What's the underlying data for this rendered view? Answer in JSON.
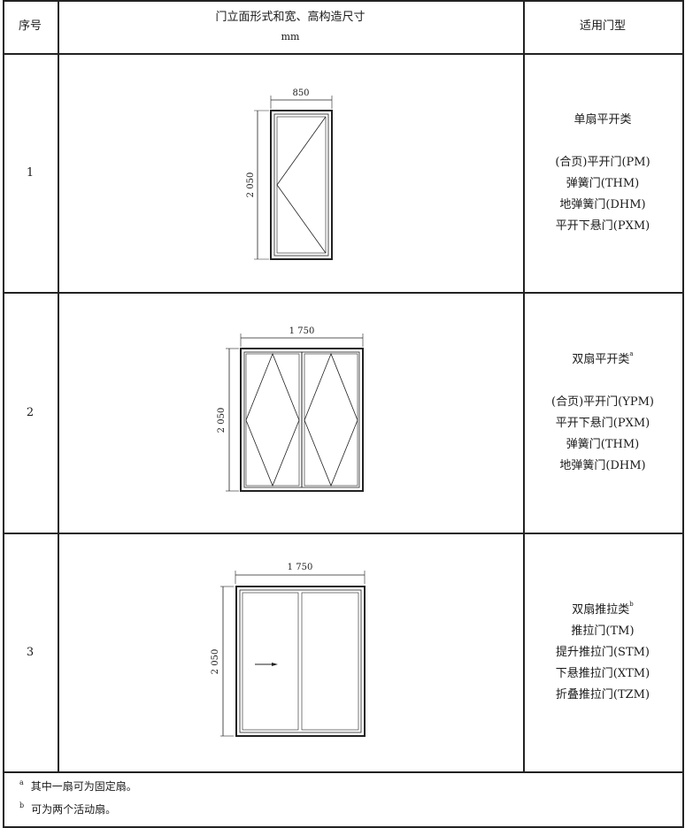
{
  "header": {
    "col_no": "序号",
    "col_drawing": "门立面形式和宽、高构造尺寸",
    "col_drawing_unit": "mm",
    "col_types": "适用门型"
  },
  "rows": [
    {
      "no": "1",
      "width": "850",
      "height": "2 050",
      "category": "单扇平开类",
      "note_mark": "",
      "types": [
        "(合页)平开门(PM)",
        "弹簧门(THM)",
        "地弹簧门(DHM)",
        "平开下悬门(PXM)"
      ]
    },
    {
      "no": "2",
      "width": "1 750",
      "height": "2 050",
      "category": "双扇平开类",
      "note_mark": "a",
      "types": [
        "(合页)平开门(YPM)",
        "平开下悬门(PXM)",
        "弹簧门(THM)",
        "地弹簧门(DHM)"
      ]
    },
    {
      "no": "3",
      "width": "1 750",
      "height": "2 050",
      "category": "双扇推拉类",
      "note_mark": "b",
      "types": [
        "推拉门(TM)",
        "提升推拉门(STM)",
        "下悬推拉门(XTM)",
        "折叠推拉门(TZM)"
      ]
    }
  ],
  "footnotes": [
    {
      "mark": "a",
      "text": "其中一扇可为固定扇。"
    },
    {
      "mark": "b",
      "text": "可为两个活动扇。"
    }
  ]
}
